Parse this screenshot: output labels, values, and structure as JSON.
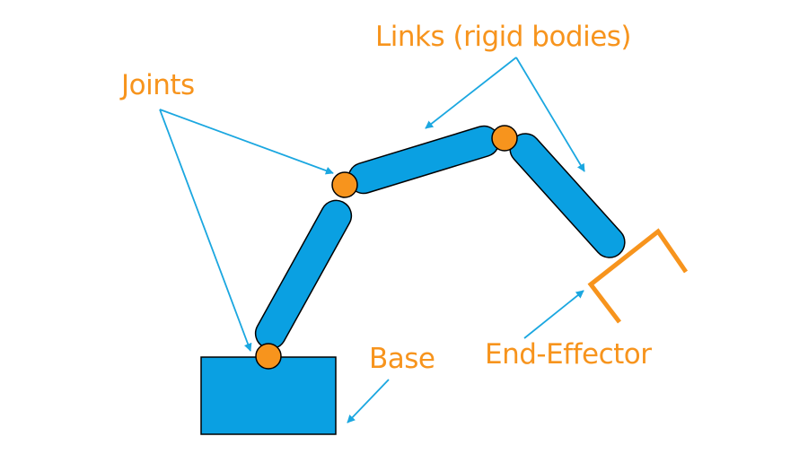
{
  "labels": {
    "joints": "Joints",
    "links": "Links (rigid bodies)",
    "base": "Base",
    "end_effector": "End-Effector"
  },
  "colors": {
    "link_fill": "#0aa0e2",
    "joint_fill": "#f7941d",
    "label_text": "#f7941d",
    "arrow": "#1ba7e0",
    "outline": "#000000"
  }
}
